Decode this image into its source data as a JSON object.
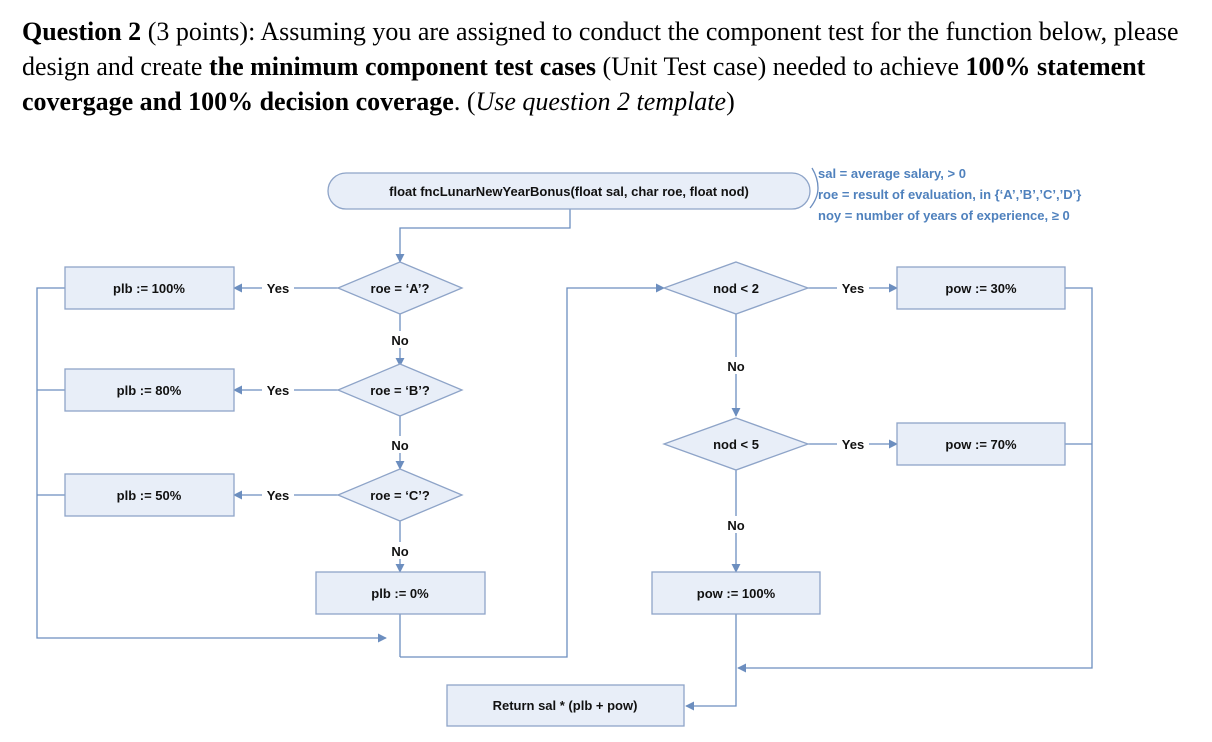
{
  "question": {
    "label": "Question 2",
    "points": " (3 points): Assuming you are assigned to conduct the component test for the function below, please design and create ",
    "bold1": "the minimum component test cases",
    "mid1": " (Unit Test case) needed to achieve ",
    "bold2": "100% statement covergage and 100% decision coverage",
    "mid2": ". (",
    "italic": "Use question 2 template",
    "end": ")"
  },
  "diagram": {
    "function_signature": "float fncLunarNewYearBonus(float sal, char roe, float nod)",
    "notes": [
      "sal = average salary, > 0",
      "roe = result of evaluation, in {‘A’,’B’,’C’,’D’}",
      "noy = number of years of experience, ≥ 0"
    ],
    "decisions": {
      "roe_a": "roe = ‘A’?",
      "roe_b": "roe = ‘B’?",
      "roe_c": "roe = ‘C’?",
      "nod_2": "nod < 2",
      "nod_5": "nod < 5"
    },
    "processes": {
      "plb_100": "plb := 100%",
      "plb_80": "plb := 80%",
      "plb_50": "plb := 50%",
      "plb_0": "plb := 0%",
      "pow_30": "pow := 30%",
      "pow_70": "pow := 70%",
      "pow_100": "pow := 100%",
      "return": "Return sal * (plb + pow)"
    },
    "branch_labels": {
      "yes": "Yes",
      "no": "No"
    }
  }
}
